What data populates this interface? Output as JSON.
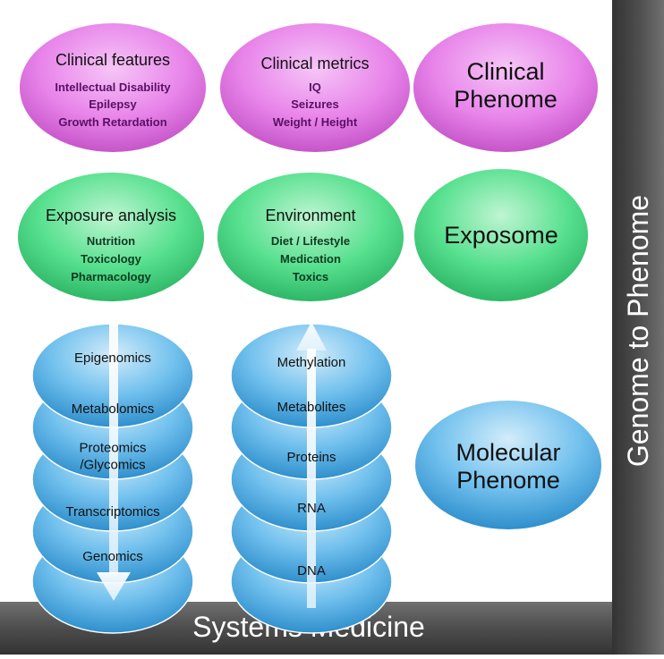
{
  "clinical": {
    "features": {
      "title": "Clinical features",
      "items": [
        "Intellectual Disability",
        "Epilepsy",
        "Growth Retardation"
      ]
    },
    "metrics": {
      "title": "Clinical metrics",
      "items": [
        "IQ",
        "Seizures",
        "Weight / Height"
      ]
    },
    "phenome": [
      "Clinical",
      "Phenome"
    ]
  },
  "exposome": {
    "analysis": {
      "title": "Exposure analysis",
      "items": [
        "Nutrition",
        "Toxicology",
        "Pharmacology"
      ]
    },
    "environment": {
      "title": "Environment",
      "items": [
        "Diet / Lifestyle",
        "Medication",
        "Toxics"
      ]
    },
    "label": "Exposome"
  },
  "omics": {
    "layers": [
      "Epigenomics",
      "Metabolomics",
      "Proteomics\n/Glycomics",
      "Transcriptomics",
      "Genomics"
    ],
    "molecules": [
      "Methylation",
      "Metabolites",
      "Proteins",
      "RNA",
      "DNA"
    ],
    "phenome": [
      "Molecular",
      "Phenome"
    ]
  },
  "axes": {
    "x_label": "Systems Medicine",
    "y_label": "Genome to Phenome"
  },
  "colors": {
    "clinical": "#e884ea",
    "exposome": "#56e08e",
    "molecular": "#4aaee6",
    "bar": "#4a4a4a"
  }
}
